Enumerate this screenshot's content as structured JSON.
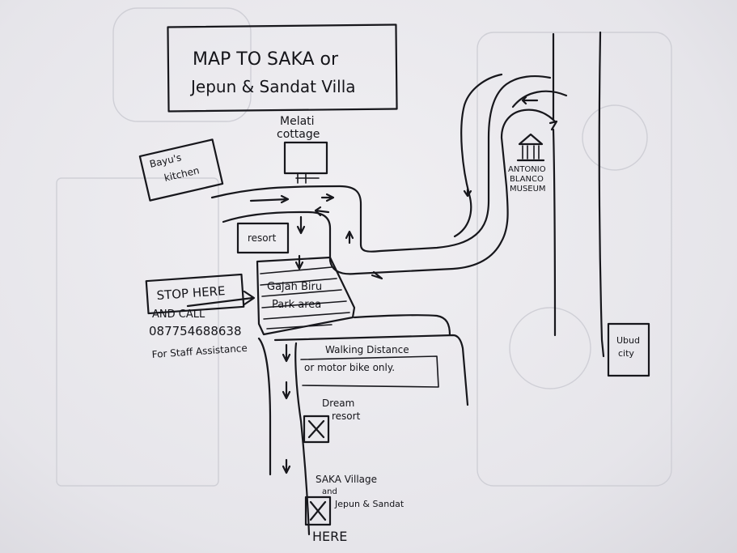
{
  "title": {
    "line1": "MAP TO SAKA or",
    "line2": "Jepun & Sandat Villa"
  },
  "labels": {
    "melati_line1": "Melati",
    "melati_line2": "cottage",
    "bayus_line1": "Bayu's",
    "bayus_line2": "kitchen",
    "resort": "resort",
    "gajah_line1": "Gajah Biru",
    "gajah_line2": "Park area",
    "stop_here": "STOP HERE",
    "call_line1": "AND CALL",
    "call_line2": "087754688638",
    "call_line3": "For Staff Assistance",
    "walking_line1": "Walking Distance",
    "walking_line2": "or motor bike only.",
    "dream_line1": "Dream",
    "dream_line2": "resort",
    "saka_line1": "SAKA Village",
    "saka_line2": "and",
    "saka_line3": "Jepun & Sandat",
    "here": "HERE",
    "museum_line1": "ANTONIO",
    "museum_line2": "BLANCO",
    "museum_line3": "MUSEUM",
    "ubud_line1": "Ubud",
    "ubud_line2": "city"
  },
  "colors": {
    "ink": "#17171c",
    "paper": "#eeedf0"
  }
}
